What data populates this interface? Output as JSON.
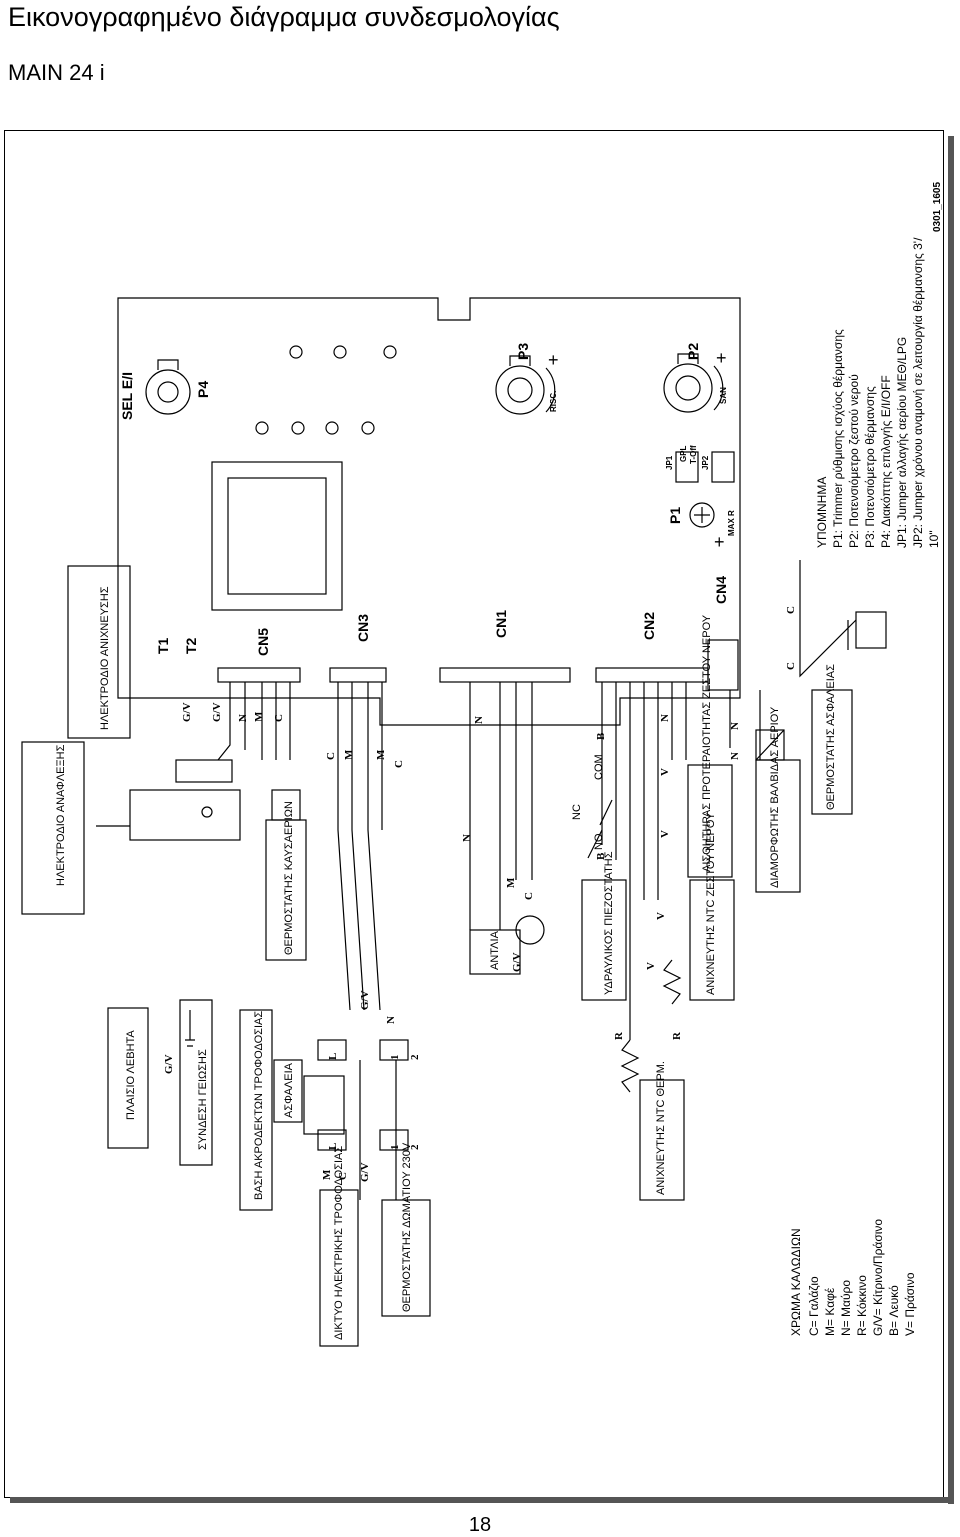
{
  "page": {
    "title": "Εικονογραφημένο διάγραμμα συνδεσμολογίας",
    "subtitle": "MAIN 24 i",
    "page_number": "18",
    "doc_code": "0301_1605"
  },
  "board": {
    "sel": "SEL E/I",
    "p4": "P4",
    "p3": "P3",
    "p2": "P2",
    "p1": "P1",
    "risc": "RISC.",
    "san": "SAN",
    "max_r": "MAX R",
    "jp1": "JP1",
    "jp2": "JP2",
    "gpl": "GPL",
    "t_off": "T-Off",
    "cn1": "CN1",
    "cn2": "CN2",
    "cn3": "CN3",
    "cn4": "CN4",
    "cn5": "CN5",
    "t1": "T1",
    "t2": "T2",
    "plus": "+"
  },
  "components": {
    "ignition_electrode": "ΗΛΕΚΤΡΟΔΙΟ ΑΝΑΦΛΕΞΗΣ",
    "detection_electrode": "ΗΛΕΚΤΡΟΔΙΟ ΑΝΙΧΝΕΥΣΗΣ",
    "boiler_frame": "ΠΛΑΙΣΙΟ ΛΕΒΗΤΑ",
    "ground_connection": "ΣΥΝΔΕΣΗ ΓΕΙΩΣΗΣ",
    "terminal_base": "ΒΑΣΗ ΑΚΡΟΔΕΚΤΩΝ ΤΡΟΦΟΔΟΣΙΑΣ",
    "fuse": "ΑΣΦΑΛΕΙΑ",
    "mains_supply": "ΔΙΚΤΥΟ ΗΛΕΚΤΡΙΚΗΣ ΤΡΟΦΟΔΟΣΙΑΣ",
    "room_thermostat": "ΘΕΡΜΟΣΤΑΤΗΣ ΔΩΜΑΤΙΟΥ 230V",
    "flue_thermostat": "ΘΕΡΜΟΣΤΑΤΗΣ ΚΑΥΣΑΕΡΙΩΝ",
    "pump": "ΑΝΤΛΙΑ",
    "pressure_switch": "ΥΔΡΑΥΛΙΚΟΣ ΠΙΕΖΟΣΤΑΤΗΣ",
    "dhw_sensor": "ΑΙΣΘΗΤΗΡΑΣ ΠΡΟΤΕΡΑΙΟΤΗΤΑΣ ΖΕΣΤΟΥ ΝΕΡΟΥ",
    "ntc_heating": "ΑΝΙΧΝΕΥΤΗΣ ΝΤC ΘΕΡΜ.",
    "ntc_dhw": "ΑΝΙΧΝΕΥΤΗΣ ΝΤC ΖΕΣΤΟΥ ΝΕΡΟΥ",
    "gas_valve": "ΔΙΑΜΟΡΦΩΤΗΣ ΒΑΛΒΙΔΑΣ ΑΕΡΙΟΥ",
    "safety_thermostat": "ΘΕΡΜΟΣΤΑΤΗΣ ΑΣΦΑΛΕΙΑΣ",
    "no": "NO",
    "nc": "NC",
    "com": "COM"
  },
  "wire_colors": {
    "heading": "ΧΡΩΜΑ ΚΑΛΩΔΙΩΝ",
    "items": [
      "C= Γαλάζιο",
      "M= Καφέ",
      "N= Μαύρο",
      "R= Κόκκινο",
      "G/V= Κίτρινο/Πράσινο",
      "B= Λευκό",
      "V= Πράσινο"
    ]
  },
  "legend": {
    "heading": "ΥΠΟΜΝΗΜΑ",
    "items": [
      "P1: Trimmer ρύθμισης ισχύος θέρμανσης",
      "P2: Ποτενσιόμετρο ζεστού νερού",
      "P3: Ποτενσιόμετρο θέρμανσης",
      "P4: Διακόπτης επιλογής E/I/OFF",
      "JP1: Jumper αλλαγής αερίου ΜΕΘ/LPG",
      "JP2: Jumper χρόνου αναμονή σε λειτουργία θέρμανσης 3'/",
      "10\""
    ]
  },
  "wire_tags": {
    "c": "C",
    "m": "M",
    "n": "N",
    "r": "R",
    "b": "B",
    "v": "V",
    "gv": "G/V",
    "l": "L",
    "one": "1",
    "two": "2"
  }
}
